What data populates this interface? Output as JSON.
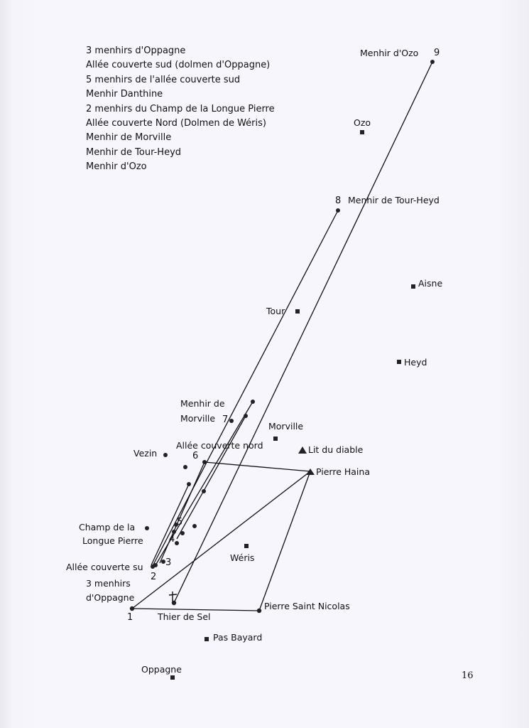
{
  "legend": [
    "3 menhirs d'Oppagne",
    "Allée couverte sud (dolmen d'Oppagne)",
    "5 menhirs de l'allée couverte sud",
    "Menhir Danthine",
    "2 menhirs du Champ de la Longue Pierre",
    "Allée couverte Nord (Dolmen de Wéris)",
    "Menhir de Morville",
    "Menhir de Tour-Heyd",
    "Menhir d'Ozo"
  ],
  "labels": {
    "menhir_ozo": "Menhir d'Ozo",
    "ozo": "Ozo",
    "menhir_tour_heyd": "Menhir de Tour-Heyd",
    "aisne": "Aisne",
    "tour": "Tour",
    "heyd": "Heyd",
    "menhir_de": "Menhir de",
    "morville_7": "Morville",
    "morville": "Morville",
    "allee_nord": "Allée couverte nord",
    "vezin": "Vezin",
    "lit_du_diable": "Lit du diable",
    "pierre_haina": "Pierre Haina",
    "champ_1": "Champ de la",
    "champ_2": "Longue Pierre",
    "weris": "Wéris",
    "allee_sud": "Allée couverte su",
    "menhirs_3_a": "3 menhirs",
    "menhirs_3_b": "d'Oppagne",
    "thier_de_sel": "Thier de Sel",
    "pierre_saint_nicolas": "Pierre Saint Nicolas",
    "pas_bayard": "Pas Bayard",
    "oppagne": "Oppagne"
  },
  "numbers": [
    "1",
    "2",
    "3",
    "4",
    "5",
    "6",
    "7",
    "8",
    "9"
  ],
  "page_number": "16"
}
